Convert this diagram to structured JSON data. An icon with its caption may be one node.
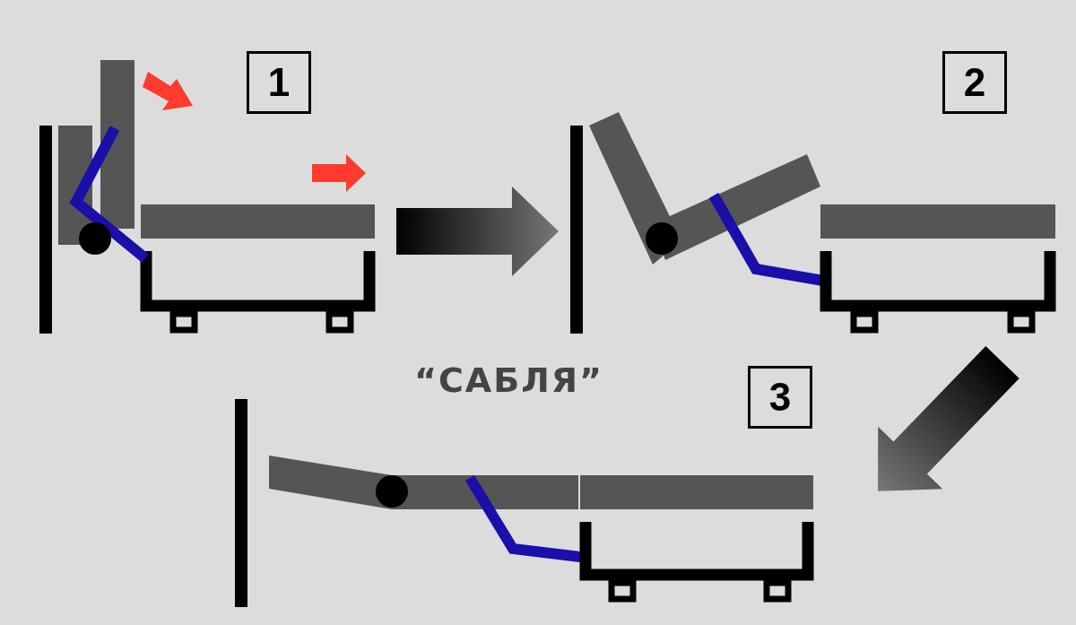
{
  "diagram": {
    "nodes": [
      {
        "text": [],
        "shape": "picture"
      },
      {
        "text": [
          "1"
        ]
      },
      {
        "text": [],
        "shape": "picture"
      },
      {
        "text": [
          "2"
        ]
      },
      {
        "text": [
          "3"
        ]
      },
      {
        "text": [],
        "shape": "picture"
      }
    ],
    "edges": [
      {
        "from": 0,
        "to": 2,
        "arrow": "to"
      },
      {
        "from": 2,
        "to": 5,
        "arrow": "to"
      }
    ],
    "labels": [
      "“САБЛЯ”"
    ]
  }
}
